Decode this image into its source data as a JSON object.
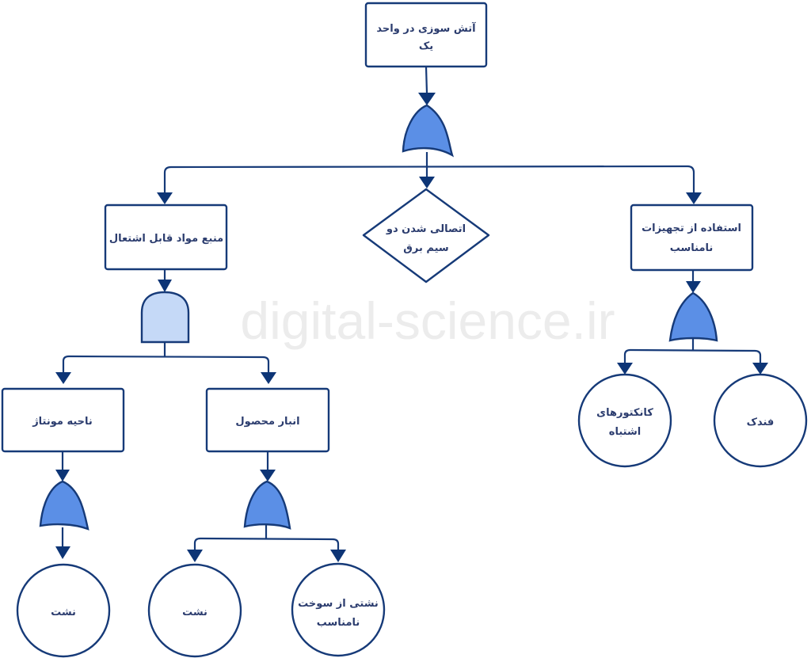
{
  "watermark": "digital-science.ir",
  "colors": {
    "stroke": "#163a78",
    "or_gate_fill": "#5b8fe6",
    "and_gate_fill": "#c5d9f7",
    "text": "#2b3c6e",
    "background": "#ffffff"
  },
  "tree": {
    "top_event": {
      "type": "rectangle",
      "lines": [
        "آتش سوزی در واحد",
        "یک"
      ]
    },
    "top_gate": {
      "type": "or-gate"
    },
    "level1": [
      {
        "id": "flammable-source",
        "type": "rectangle",
        "lines": [
          "منبع مواد قابل اشتعال"
        ],
        "gate": "and-gate"
      },
      {
        "id": "wire-short",
        "type": "diamond",
        "lines": [
          "اتصالی شدن دو",
          "سیم برق"
        ]
      },
      {
        "id": "improper-equipment",
        "type": "rectangle",
        "lines": [
          "استفاده از تجهیزات",
          "نامناسب"
        ],
        "gate": "or-gate"
      }
    ],
    "level2": [
      {
        "id": "montage-area",
        "parent": "flammable-source",
        "type": "rectangle",
        "lines": [
          "ناحیه مونتاژ"
        ],
        "gate": "or-gate"
      },
      {
        "id": "product-warehouse",
        "parent": "flammable-source",
        "type": "rectangle",
        "lines": [
          "انبار محصول"
        ],
        "gate": "or-gate"
      },
      {
        "id": "wrong-connectors",
        "parent": "improper-equipment",
        "type": "circle",
        "lines": [
          "کانکتورهای",
          "اشتباه"
        ]
      },
      {
        "id": "lighter",
        "parent": "improper-equipment",
        "type": "circle",
        "lines": [
          "فندک"
        ]
      }
    ],
    "level3": [
      {
        "id": "leak-montage",
        "parent": "montage-area",
        "type": "circle",
        "lines": [
          "نشت"
        ]
      },
      {
        "id": "leak-warehouse",
        "parent": "product-warehouse",
        "type": "circle",
        "lines": [
          "نشت"
        ]
      },
      {
        "id": "fuel-leak",
        "parent": "product-warehouse",
        "type": "circle",
        "lines": [
          "نشتی از سوخت",
          "نامناسب"
        ]
      }
    ]
  }
}
